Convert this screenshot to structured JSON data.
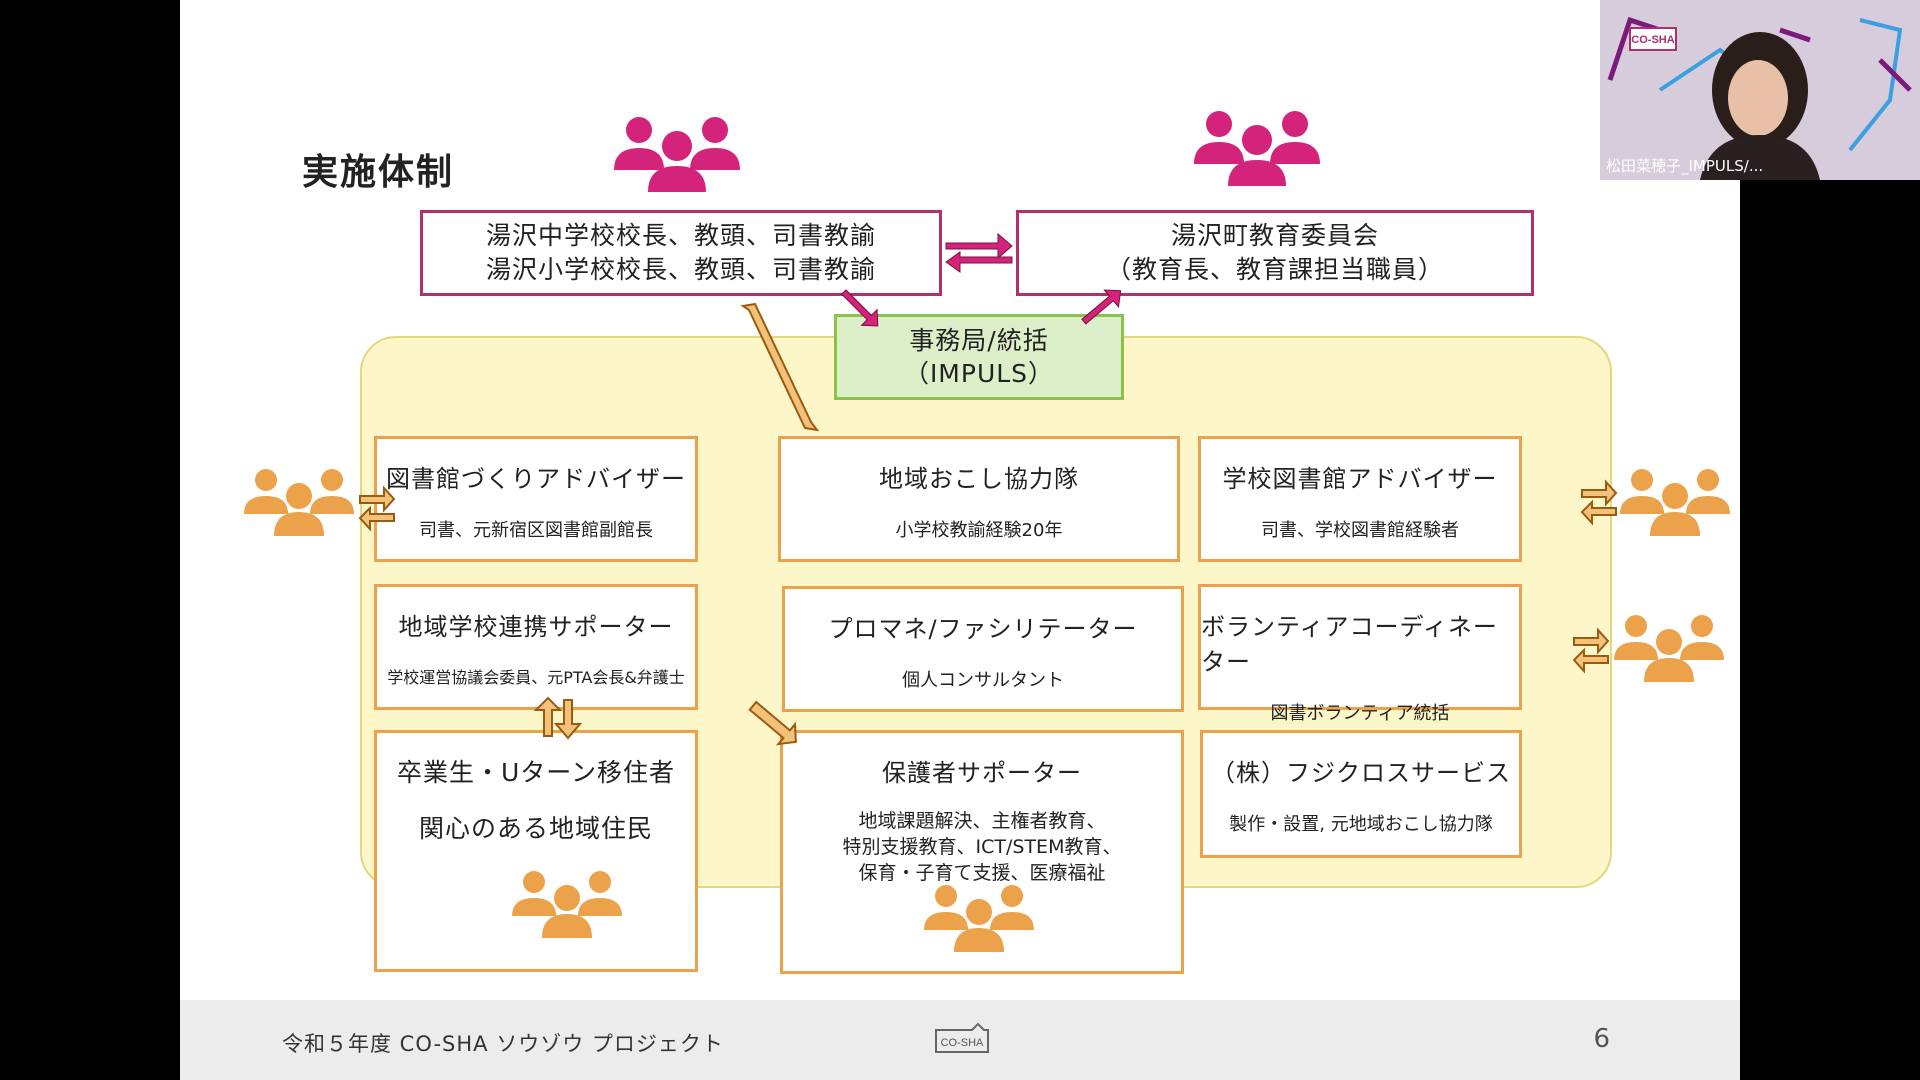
{
  "slide": {
    "title": "実施体制",
    "footer_text": "令和５年度 CO-SHA ソウゾウ プロジェクト",
    "page_number": "6",
    "footer_logo_text": "CO-SHA",
    "top_left_box": [
      "湯沢中学校校長、教頭、司書教諭",
      "湯沢小学校校長、教頭、司書教諭"
    ],
    "top_right_box": [
      "湯沢町教育委員会",
      "（教育長、教育課担当職員）"
    ],
    "secretariat": [
      "事務局/統括",
      "（IMPULS）"
    ],
    "roles": [
      {
        "title": "図書館づくりアドバイザー",
        "sub": "司書、元新宿区図書館副館長"
      },
      {
        "title": "地域おこし協力隊",
        "sub": "小学校教諭経験20年"
      },
      {
        "title": "学校図書館アドバイザー",
        "sub": "司書、学校図書館経験者"
      },
      {
        "title": "地域学校連携サポーター",
        "sub": "学校運営協議会委員、元PTA会長&弁護士"
      },
      {
        "title": "プロマネ/ファシリテーター",
        "sub": "個人コンサルタント"
      },
      {
        "title": "ボランティアコーディネーター",
        "sub": "図書ボランティア統括"
      },
      {
        "title": "卒業生・Uターン移住者",
        "sub": "関心のある地域住民"
      },
      {
        "title": "保護者サポーター",
        "sub_lines": [
          "地域課題解決、主権者教育、",
          "特別支援教育、ICT/STEM教育、",
          "保育・子育て支援、医療福祉"
        ]
      },
      {
        "title": "（株）フジクロスサービス",
        "sub": "製作・設置, 元地域おこし協力隊"
      }
    ],
    "colors": {
      "magenta": "#b0306a",
      "people_magenta": "#d4237a",
      "orange": "#eba24a",
      "green": "#8bc34a",
      "yellow_bg": "#fdf6c8"
    }
  },
  "video": {
    "participant_name": "松田菜穂子_IMPULS/...",
    "logo_text": "CO-SHA"
  }
}
